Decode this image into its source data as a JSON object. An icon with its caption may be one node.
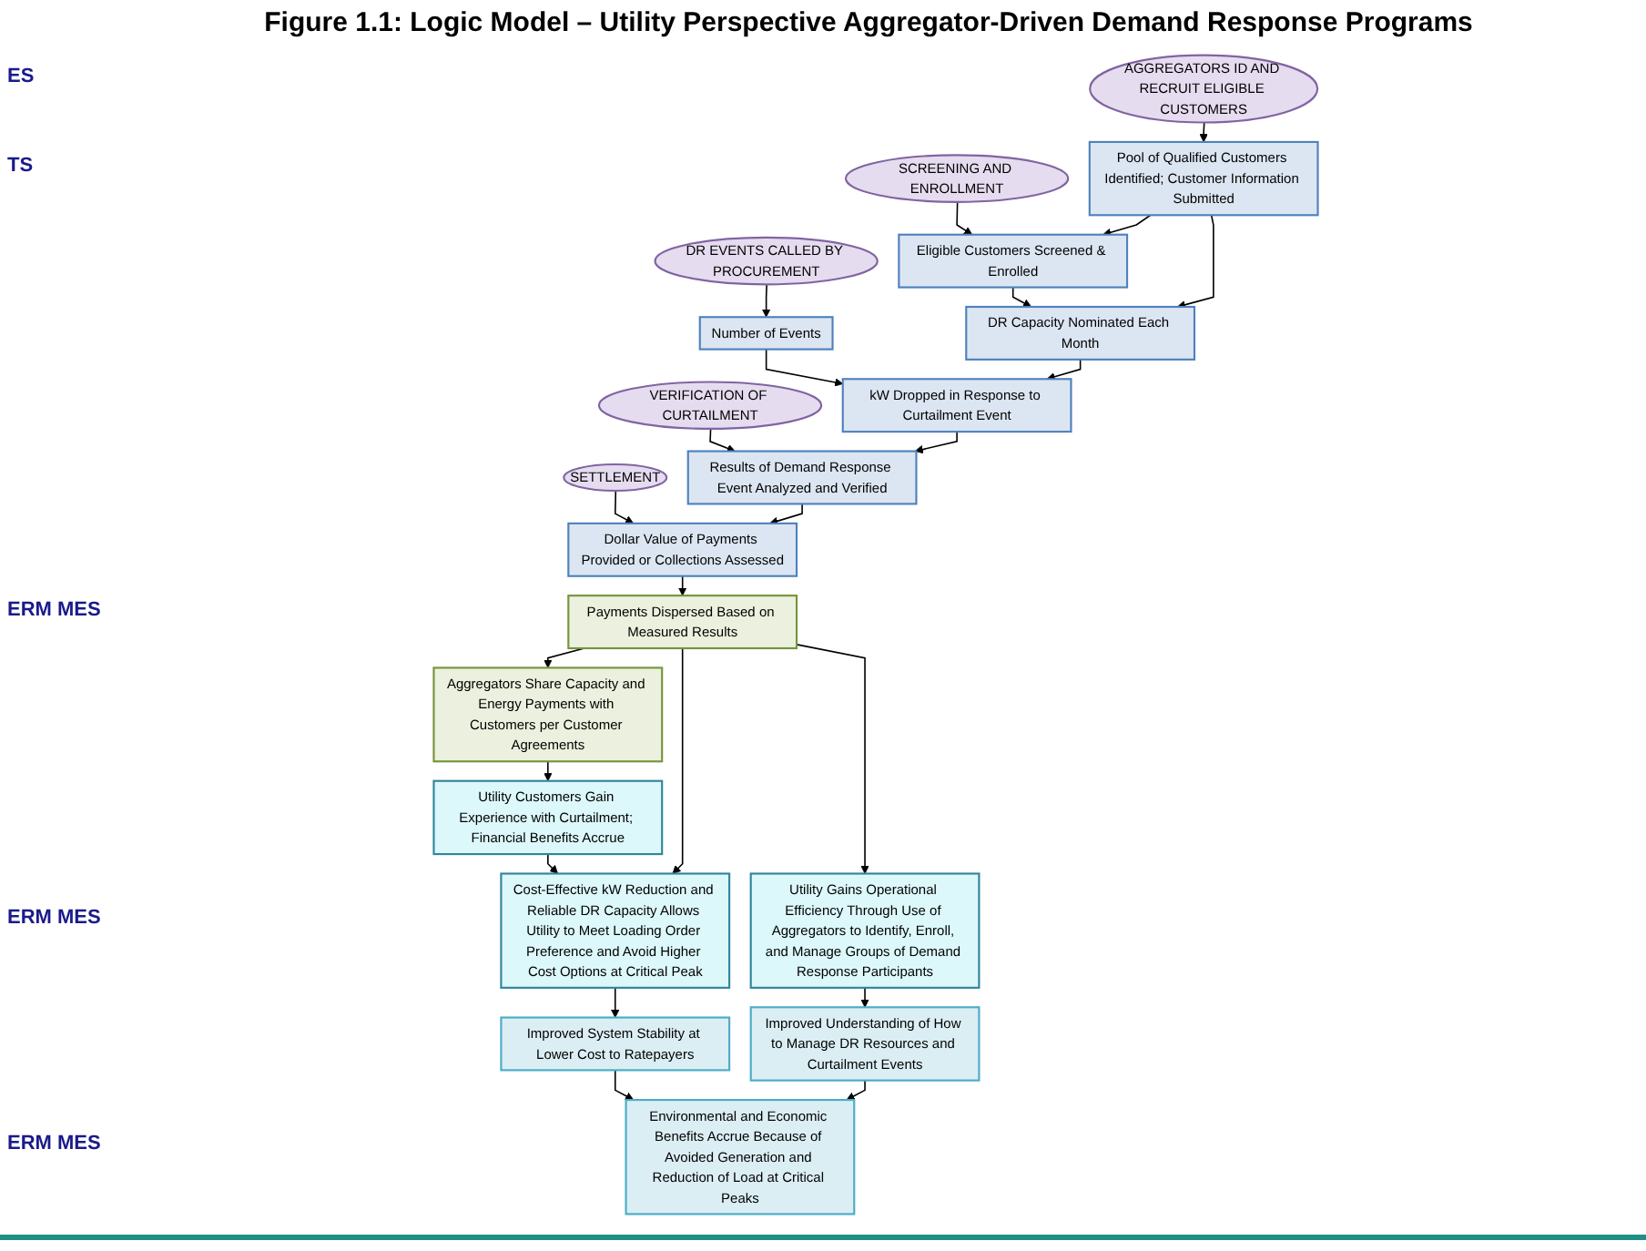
{
  "diagram": {
    "title": "Figure 1.1: Logic Model – Utility Perspective Aggregator-Driven Demand Response Programs",
    "nodes": [
      {
        "text": [
          "AGGREGATORS ID AND RECRUIT ELIGIBLE CUSTOMERS"
        ]
      },
      {
        "text": [
          "SCREENING AND ENROLLMENT"
        ]
      },
      {
        "text": [
          "DR EVENTS CALLED BY PROCUREMENT"
        ]
      },
      {
        "text": [
          "VERIFICATION OF CURTAILMENT"
        ]
      },
      {
        "text": [
          "SETTLEMENT"
        ]
      },
      {
        "text": [
          "Pool of Qualified Customers Identified; Customer Information Submitted"
        ]
      },
      {
        "text": [
          "Eligible Customers Screened & Enrolled"
        ]
      },
      {
        "text": [
          "DR Capacity Nominated Each Month"
        ]
      },
      {
        "text": [
          "Number of Events"
        ]
      },
      {
        "text": [
          "kW Dropped in Response to Curtailment Event"
        ]
      },
      {
        "text": [
          "Results of Demand Response Event Analyzed and Verified"
        ]
      },
      {
        "text": [
          "Dollar Value of Payments Provided or Collections Assessed"
        ]
      },
      {
        "text": [
          "Aggregators Share Capacity and Energy Payments with Customers per Customer Agreements"
        ]
      },
      {
        "text": [
          "Payments Dispersed Based on Measured Results"
        ]
      },
      {
        "text": [
          "Utility Customers Gain Experience with Curtailment; Financial Benefits Accrue"
        ]
      },
      {
        "text": [
          "Cost-Effective kW Reduction and Reliable DR Capacity Allows Utility to Meet Loading Order Preference and Avoid Higher Cost Options at Critical Peak"
        ]
      },
      {
        "text": [
          "Utility Gains Operational Efficiency Through Use of Aggregators to Identify, Enroll, and Manage Groups of Demand Response Participants"
        ]
      },
      {
        "text": [
          "Improved System Stability at Lower Cost to Ratepayers"
        ]
      },
      {
        "text": [
          "Environmental and Economic Benefits Accrue Because of Avoided Generation and Reduction of Load at Critical Peaks"
        ]
      },
      {
        "text": [
          "Improved Understanding of How to Manage DR Resources and Curtailment Events"
        ]
      }
    ],
    "edges": [
      {
        "from": 0,
        "to": 5,
        "arrow": "to"
      },
      {
        "from": 1,
        "to": 6,
        "arrow": "to"
      },
      {
        "from": 2,
        "to": 8,
        "arrow": "to"
      },
      {
        "from": 3,
        "to": 10,
        "arrow": "to"
      },
      {
        "from": 4,
        "to": 11,
        "arrow": "to"
      },
      {
        "from": 5,
        "to": 6,
        "arrow": "to"
      },
      {
        "from": 5,
        "to": 7,
        "arrow": "to"
      },
      {
        "from": 6,
        "to": 7,
        "arrow": "to"
      },
      {
        "from": 7,
        "to": 9,
        "arrow": "to"
      },
      {
        "from": 8,
        "to": 9,
        "arrow": "to"
      },
      {
        "from": 9,
        "to": 10,
        "arrow": "to"
      },
      {
        "from": 10,
        "to": 11,
        "arrow": "to"
      },
      {
        "from": 11,
        "to": 13,
        "arrow": "to"
      },
      {
        "from": 13,
        "to": 12,
        "arrow": "to"
      },
      {
        "from": 12,
        "to": 14,
        "arrow": "to"
      },
      {
        "from": 13,
        "to": 15,
        "arrow": "to"
      },
      {
        "from": 13,
        "to": 16,
        "arrow": "to"
      },
      {
        "from": 14,
        "to": 15,
        "arrow": "to"
      },
      {
        "from": 15,
        "to": 17,
        "arrow": "to"
      },
      {
        "from": 16,
        "to": 19,
        "arrow": "to"
      },
      {
        "from": 17,
        "to": 18,
        "arrow": "to"
      },
      {
        "from": 19,
        "to": 18,
        "arrow": "to"
      }
    ],
    "labels": [
      "ES",
      "TS",
      "ERM MES",
      "ERM MES",
      "ERM MES"
    ]
  }
}
